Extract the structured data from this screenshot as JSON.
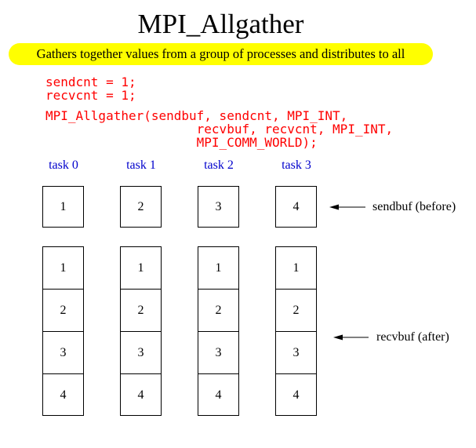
{
  "title": "MPI_Allgather",
  "subtitle": "Gathers together values from a group of processes and distributes to all",
  "code": {
    "line1": "sendcnt = 1;",
    "line2": "recvcnt = 1;",
    "call": "MPI_Allgather(sendbuf, sendcnt, MPI_INT,\n                    recvbuf, recvcnt, MPI_INT,\n                    MPI_COMM_WORLD);"
  },
  "colors": {
    "code": "#ff0000",
    "task_label": "#0000cc",
    "banner": "#ffff00"
  },
  "tasks": [
    {
      "label": "task 0",
      "sendbuf": "1",
      "recvbuf": [
        "1",
        "2",
        "3",
        "4"
      ]
    },
    {
      "label": "task 1",
      "sendbuf": "2",
      "recvbuf": [
        "1",
        "2",
        "3",
        "4"
      ]
    },
    {
      "label": "task 2",
      "sendbuf": "3",
      "recvbuf": [
        "1",
        "2",
        "3",
        "4"
      ]
    },
    {
      "label": "task 3",
      "sendbuf": "4",
      "recvbuf": [
        "1",
        "2",
        "3",
        "4"
      ]
    }
  ],
  "annotations": {
    "sendbuf": "sendbuf (before)",
    "recvbuf": "recvbuf (after)"
  }
}
